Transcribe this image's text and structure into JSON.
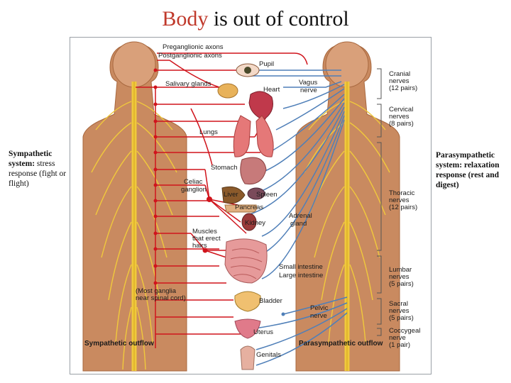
{
  "title": {
    "accent": "Body",
    "rest": " is out of control"
  },
  "captions": {
    "left_bold": "Sympathetic system:",
    "left_rest": " stress response (fight or flight)",
    "right": "Parasympathetic system: relaxation response (rest and digest)"
  },
  "labels": {
    "preganglionic": "Preganglionic axons",
    "postganglionic": "Postganglionic axons",
    "pupil": "Pupil",
    "salivary": "Salivary glands",
    "heart": "Heart",
    "vagus1": "Vagus",
    "vagus2": "nerve",
    "lungs": "Lungs",
    "stomach": "Stomach",
    "celiac1": "Celiac",
    "celiac2": "ganglion",
    "liver": "Liver",
    "spleen": "Spleen",
    "pancreas": "Pancreas",
    "kidney": "Kidney",
    "adrenal1": "Adrenal",
    "adrenal2": "gland",
    "muscles1": "Muscles",
    "muscles2": "that erect",
    "muscles3": "hairs",
    "small_int": "Small intestine",
    "large_int": "Large intestine",
    "ganglia1": "(Most ganglia",
    "ganglia2": "near spinal cord)",
    "bladder": "Bladder",
    "pelvic1": "Pelvic",
    "pelvic2": "nerve",
    "uterus": "Uterus",
    "genitals": "Genitals",
    "symp_outflow": "Sympathetic outflow",
    "para_outflow": "Parasympathetic outflow",
    "cranial": [
      "Cranial",
      "nerves",
      "(12 pairs)"
    ],
    "cervical": [
      "Cervical",
      "nerves",
      "(8 pairs)"
    ],
    "thoracic": [
      "Thoracic",
      "nerves",
      "(12 pairs)"
    ],
    "lumbar": [
      "Lumbar",
      "nerves",
      "(5 pairs)"
    ],
    "sacral": [
      "Sacral",
      "nerves",
      "(5 pairs)"
    ],
    "coccygeal": [
      "Coccygeal",
      "nerve",
      "(1 pair)"
    ]
  },
  "colors": {
    "skin": "#c98a60",
    "skin_dark": "#a8683f",
    "spine": "#f0c93c",
    "sympathetic": "#d0141c",
    "parasympathetic": "#4f7fb8",
    "accent": "#c0392b"
  }
}
